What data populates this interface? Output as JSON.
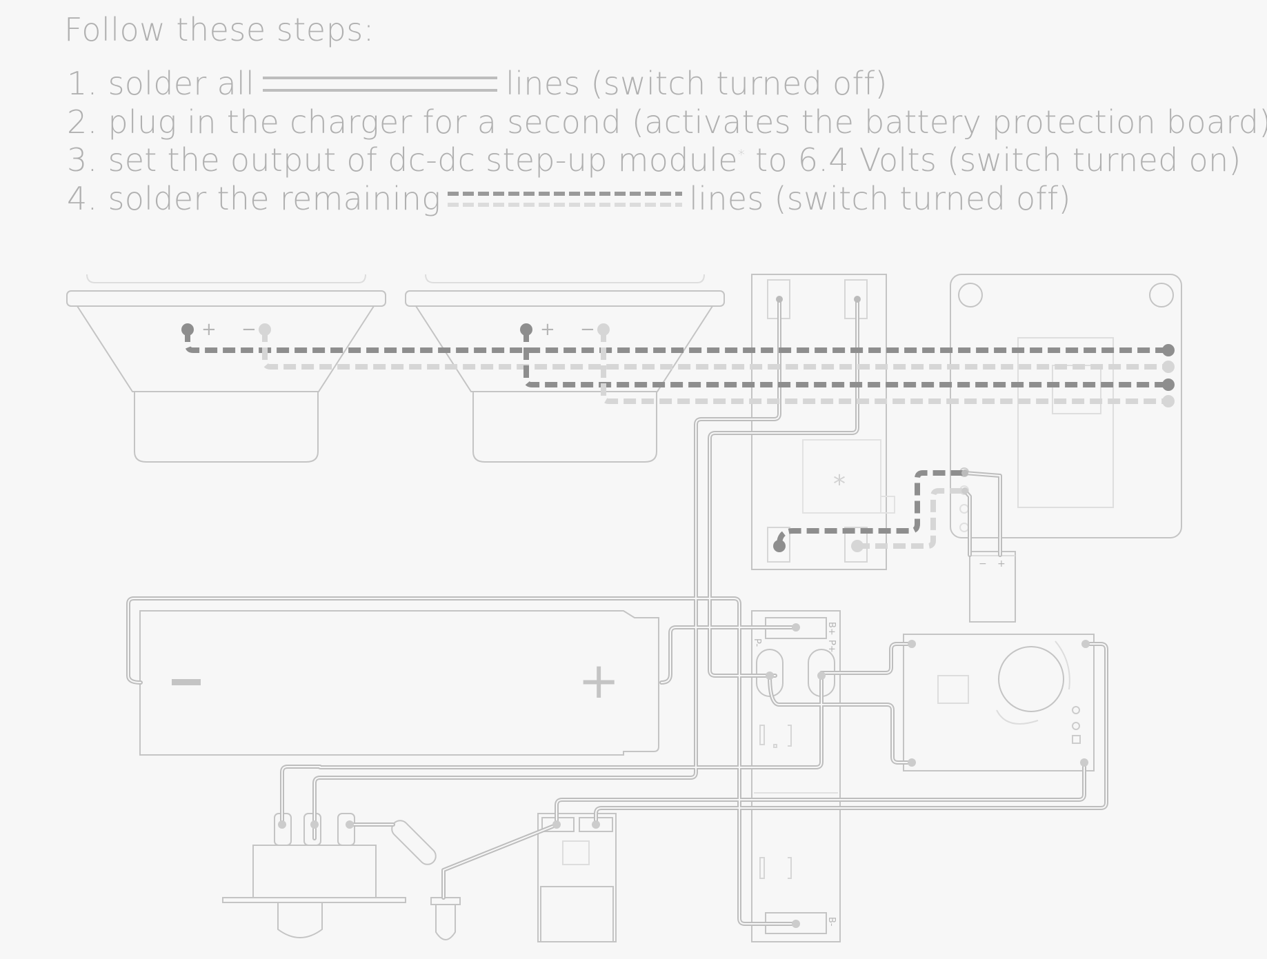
{
  "heading": "Follow these steps:",
  "steps": [
    {
      "num": "1.",
      "before": "solder all",
      "after": "lines (switch turned off)"
    },
    {
      "num": "2.",
      "text": "plug in the charger for a second (activates the battery protection board)"
    },
    {
      "num": "3.",
      "before": "set the output of dc-dc step-up module",
      "marker": "*",
      "after": "to 6.4 Volts (switch turned on)"
    },
    {
      "num": "4.",
      "before": "solder the remaining",
      "after": "lines (switch turned off)"
    }
  ],
  "labels": {
    "speaker_plus": "+",
    "speaker_minus": "−",
    "battery_plus": "+",
    "dcdc_marker": "*",
    "bms_bplus": "B+",
    "bms_pplus": "P+",
    "bms_pminus": "P-",
    "bms_bminus": "B-",
    "cap_minus": "−",
    "cap_plus": "+"
  },
  "colors": {
    "text": "#b0b0b0",
    "outline": "#c4c4c4",
    "wire_solid": "#bdbdbd",
    "wire_dark_dashed": "#8e8e8e",
    "wire_light_dashed": "#d6d6d6"
  }
}
